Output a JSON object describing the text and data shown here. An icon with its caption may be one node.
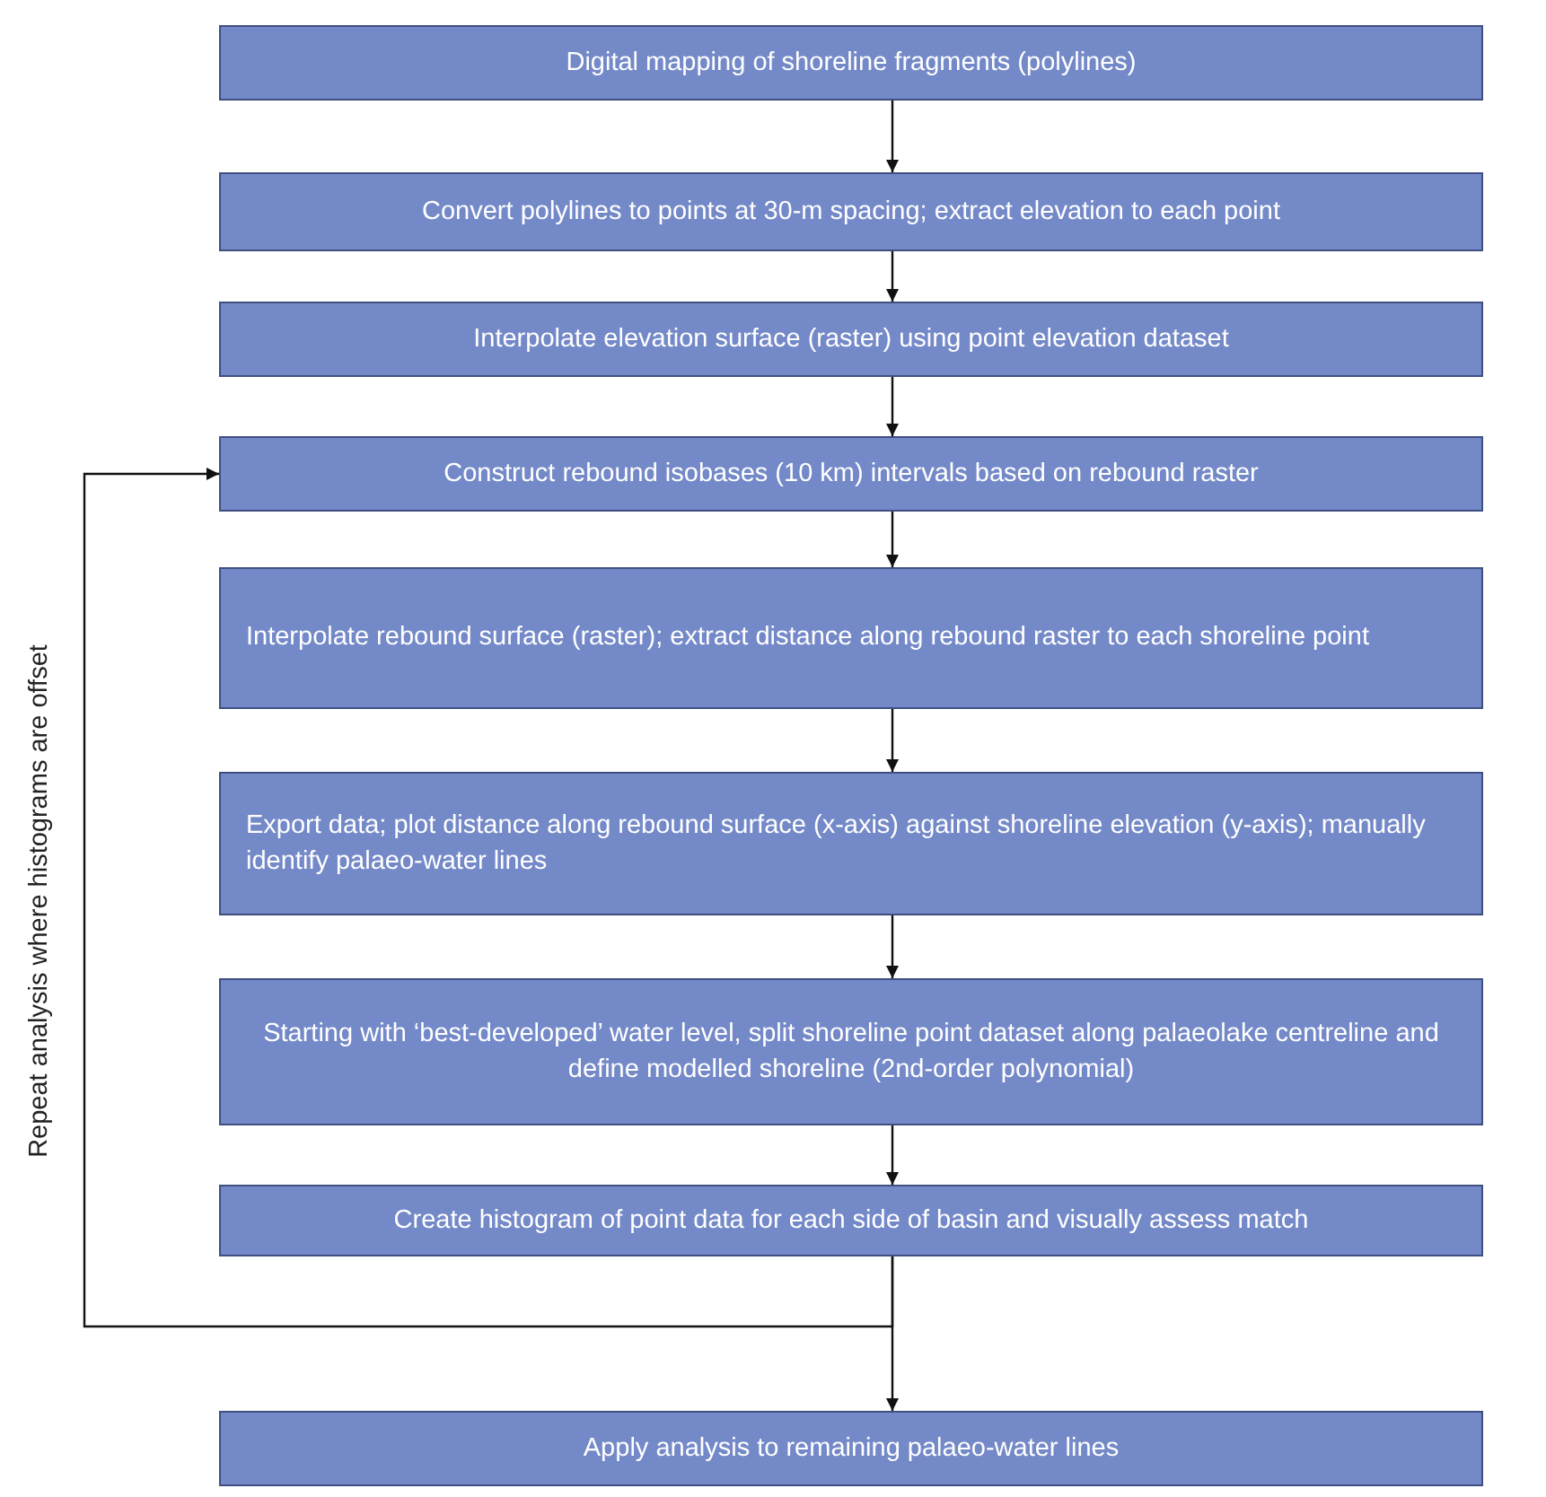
{
  "diagram": {
    "nodes": [
      {
        "text": [
          "Digital mapping of shoreline fragments (polylines)"
        ]
      },
      {
        "text": [
          "Convert polylines to points at 30-m spacing; extract elevation to each point"
        ]
      },
      {
        "text": [
          "Interpolate elevation surface (raster) using point elevation dataset"
        ]
      },
      {
        "text": [
          "Construct rebound isobases (10 km) intervals based on rebound raster"
        ]
      },
      {
        "text": [
          "Interpolate rebound surface (raster); extract distance along rebound raster to each shoreline point"
        ]
      },
      {
        "text": [
          "Export data; plot distance along rebound surface (x-axis) against shoreline elevation (y-axis); manually identify palaeo-water lines"
        ]
      },
      {
        "text": [
          "Starting with ‘best-developed’ water level, split shoreline point dataset along palaeolake centreline and define modelled shoreline (2nd-order polynomial)"
        ]
      },
      {
        "text": [
          "Create histogram of point data for each side of basin and visually assess match"
        ]
      },
      {
        "text": [
          "Apply analysis to remaining palaeo-water lines"
        ]
      }
    ],
    "edges": [
      {
        "from": 0,
        "to": 1,
        "arrow": "to"
      },
      {
        "from": 1,
        "to": 2,
        "arrow": "to"
      },
      {
        "from": 2,
        "to": 3,
        "arrow": "to"
      },
      {
        "from": 3,
        "to": 4,
        "arrow": "to"
      },
      {
        "from": 4,
        "to": 5,
        "arrow": "to"
      },
      {
        "from": 5,
        "to": 6,
        "arrow": "to"
      },
      {
        "from": 6,
        "to": 7,
        "arrow": "to"
      },
      {
        "from": 7,
        "to": 8,
        "arrow": "to"
      },
      {
        "from": 7,
        "to": 3,
        "arrow": "to",
        "label": "Repeat analysis where histograms are offset"
      }
    ]
  }
}
